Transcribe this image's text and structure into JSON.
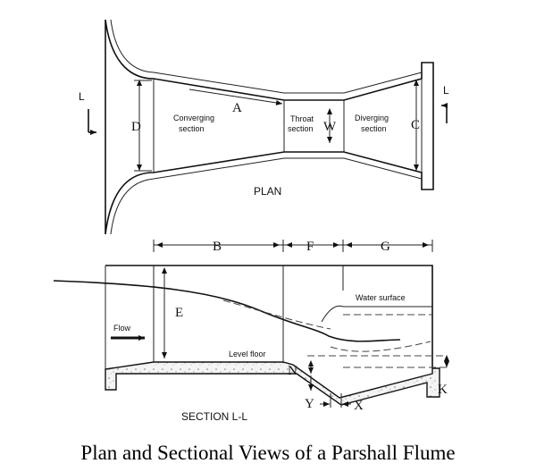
{
  "caption": "Plan and Sectional Views of a Parshall Flume",
  "plan": {
    "title": "PLAN",
    "dims": {
      "D": "D",
      "A": "A",
      "W": "W",
      "C": "C"
    },
    "sections": {
      "converging_1": "Converging",
      "converging_2": "section",
      "throat_1": "Throat",
      "throat_2": "section",
      "diverging_1": "Diverging",
      "diverging_2": "section"
    },
    "section_marks": {
      "left": "L",
      "right": "L"
    }
  },
  "section": {
    "title": "SECTION L-L",
    "dims": {
      "B": "B",
      "F": "F",
      "G": "G",
      "E": "E",
      "N": "N",
      "K": "K",
      "Y": "Y",
      "X": "X"
    },
    "labels": {
      "flow": "Flow",
      "level_floor": "Level floor",
      "water_surface": "Water surface"
    }
  }
}
